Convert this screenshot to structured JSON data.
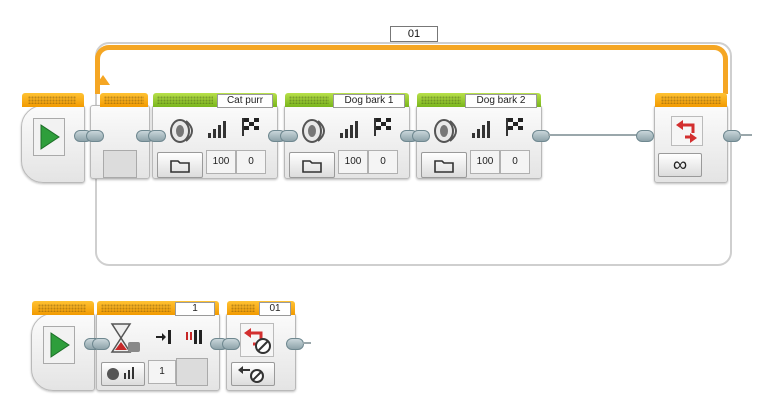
{
  "program1": {
    "loop": {
      "name": "01",
      "mode_symbol": "∞"
    },
    "sound_blocks": [
      {
        "name": "Cat purr",
        "volume": "100",
        "play_type": "0"
      },
      {
        "name": "Dog bark 1",
        "volume": "100",
        "play_type": "0"
      },
      {
        "name": "Dog bark 2",
        "volume": "100",
        "play_type": "0"
      }
    ]
  },
  "program2": {
    "wait_block": {
      "port": "1",
      "value": "1"
    },
    "loop_interrupt": {
      "name": "01"
    }
  },
  "colors": {
    "start_green": "#2e9e3b",
    "flow_orange": "#f5a623",
    "action_green": "#8cc63f",
    "loop_red": "#d32f2f"
  },
  "icons": [
    "play-icon",
    "speaker-icon",
    "volume-bars-icon",
    "checkered-flag-icon",
    "folder-icon",
    "loop-icon",
    "infinity-icon",
    "hourglass-icon",
    "loop-interrupt-icon"
  ]
}
